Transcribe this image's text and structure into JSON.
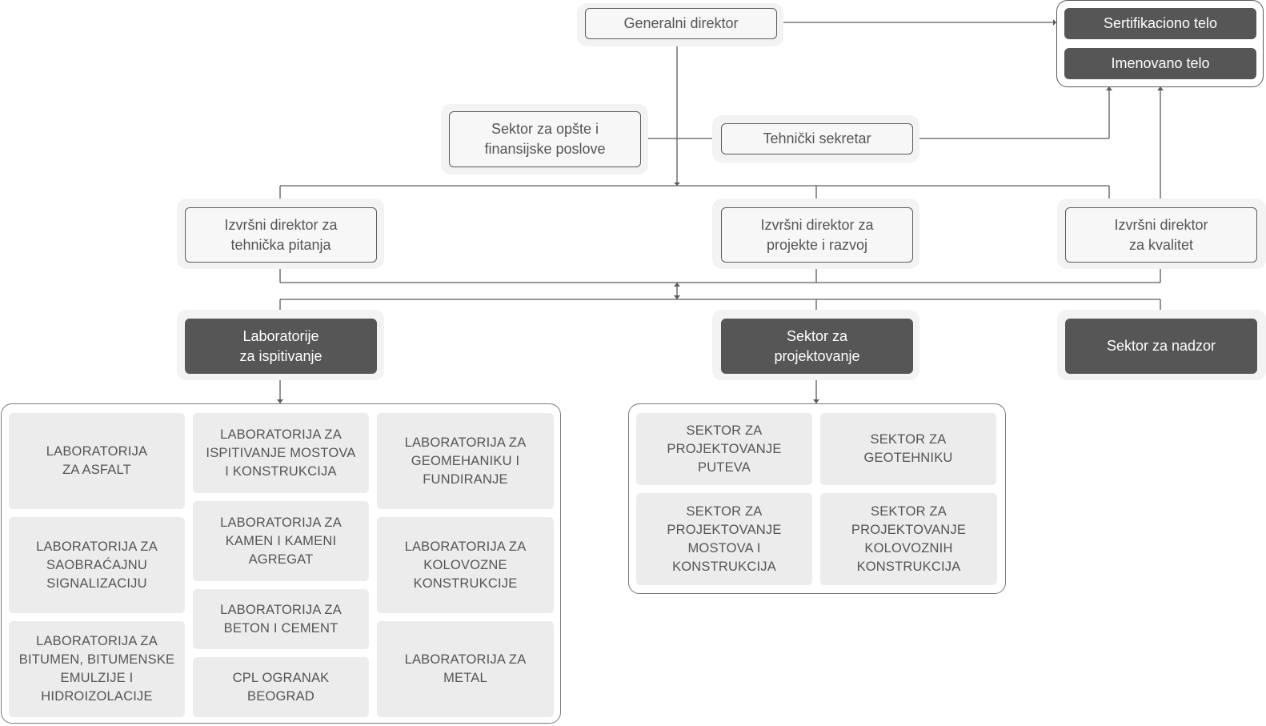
{
  "diagram": {
    "colors": {
      "dark_box": "#565656",
      "light_box": "#f7f7f7",
      "halo": "#f3f3f3",
      "line": "#5b5b5b",
      "cell_fill": "#ececec",
      "text": "#555555"
    },
    "top": {
      "general_director": "Generalni direktor",
      "certification_body": "Sertifikaciono telo",
      "notified_body": "Imenovano telo"
    },
    "staff": {
      "general_affairs_sector": "Sektor za opšte i\nfinansijske poslove",
      "technical_secretary": "Tehnički sekretar"
    },
    "executives": {
      "technical": "Izvršni direktor za\ntehnička pitanja",
      "projects": "Izvršni direktor za\nprojekte i razvoj",
      "quality": "Izvršni direktor\nza kvalitet"
    },
    "divisions": {
      "labs": "Laboratorije\nza ispitivanje",
      "design": "Sektor za\nprojektovanje",
      "supervision": "Sektor za nadzor"
    },
    "labs": [
      "LABORATORIJA\nZA ASFALT",
      "LABORATORIJA ZA\nSAOBRAĆAJNU\nSIGNALIZACIJU",
      "LABORATORIJA ZA\nBITUMEN, BITUMENSKE\nEMULZIJE I\nHIDROIZOLACIJE",
      "LABORATORIJA ZA\nISPITIVANJE MOSTOVA\nI KONSTRUKCIJA",
      "LABORATORIJA ZA\nKAMEN I KAMENI\nAGREGAT",
      "LABORATORIJA ZA\nBETON I CEMENT",
      "CPL OGRANAK\nBEOGRAD",
      "LABORATORIJA ZA\nGEOMEHANIKU I\nFUNDIRANJE",
      "LABORATORIJA ZA\nKOLOVOZNE\nKONSTRUKCIJE",
      "LABORATORIJA ZA\nMETAL"
    ],
    "design_sectors": [
      "SEKTOR ZA\nPROJEKTOVANJE\nPUTEVA",
      "SEKTOR ZA\nGEOTEHNIKU",
      "SEKTOR ZA\nPROJEKTOVANJE\nMOSTOVA I\nKONSTRUKCIJA",
      "SEKTOR ZA\nPROJEKTOVANJE\nKOLOVOZNIH\nKONSTRUKCIJA"
    ]
  }
}
